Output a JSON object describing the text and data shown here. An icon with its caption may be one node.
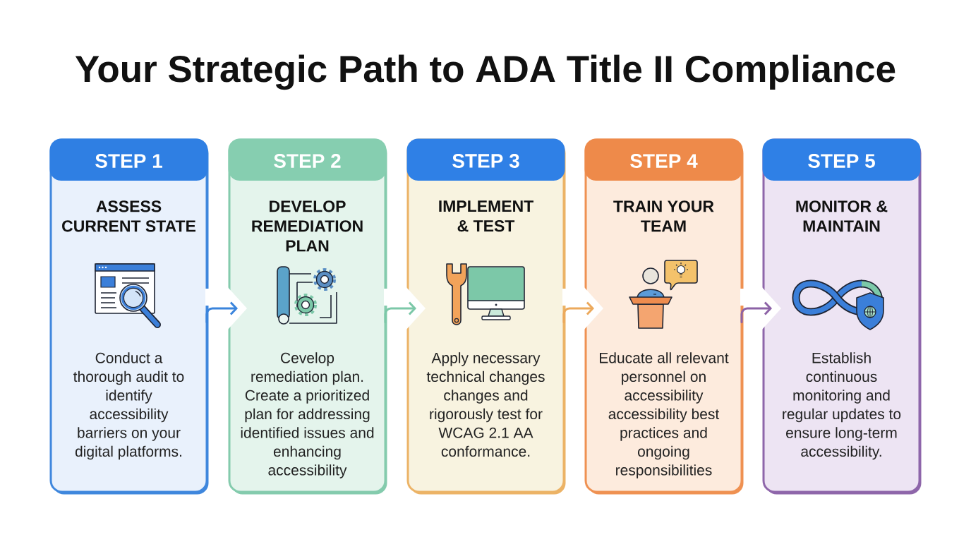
{
  "diagram": {
    "title": "Your Strategic Path to ADA Title II Compliance",
    "nodes": [
      {
        "text": [
          "STEP 1",
          "ASSESS CURRENT STATE",
          "Conduct a thorough audit to identify accessibility barriers on your digital platforms."
        ]
      },
      {
        "text": [
          "STEP 2",
          "DEVELOP REMEDIATION PLAN",
          "Cevelop remediation plan. Create a prioritized plan for addressing identified issues and enhancing accessibility"
        ]
      },
      {
        "text": [
          "STEP 3",
          "IMPLEMENT & TEST",
          "Apply necessary technical changes changes and rigorously test for WCAG 2.1 AA conformance."
        ]
      },
      {
        "text": [
          "STEP 4",
          "TRAIN YOUR TEAM",
          "Educate all relevant personnel on accessibility accessibility best practices and ongoing responsibilities"
        ]
      },
      {
        "text": [
          "STEP 5",
          "MONITOR & MAINTAIN",
          "Establish continuous monitoring and regular updates to ensure long-term accessibility."
        ]
      }
    ],
    "edges": [
      {
        "from": 0,
        "to": 1,
        "arrow": "to",
        "color": "#3a84dc"
      },
      {
        "from": 1,
        "to": 2,
        "arrow": "to",
        "color": "#7cc8a8"
      },
      {
        "from": 2,
        "to": 3,
        "arrow": "to",
        "color": "#eca95c"
      },
      {
        "from": 3,
        "to": 4,
        "arrow": "to",
        "color": "#8c62a6"
      }
    ]
  }
}
